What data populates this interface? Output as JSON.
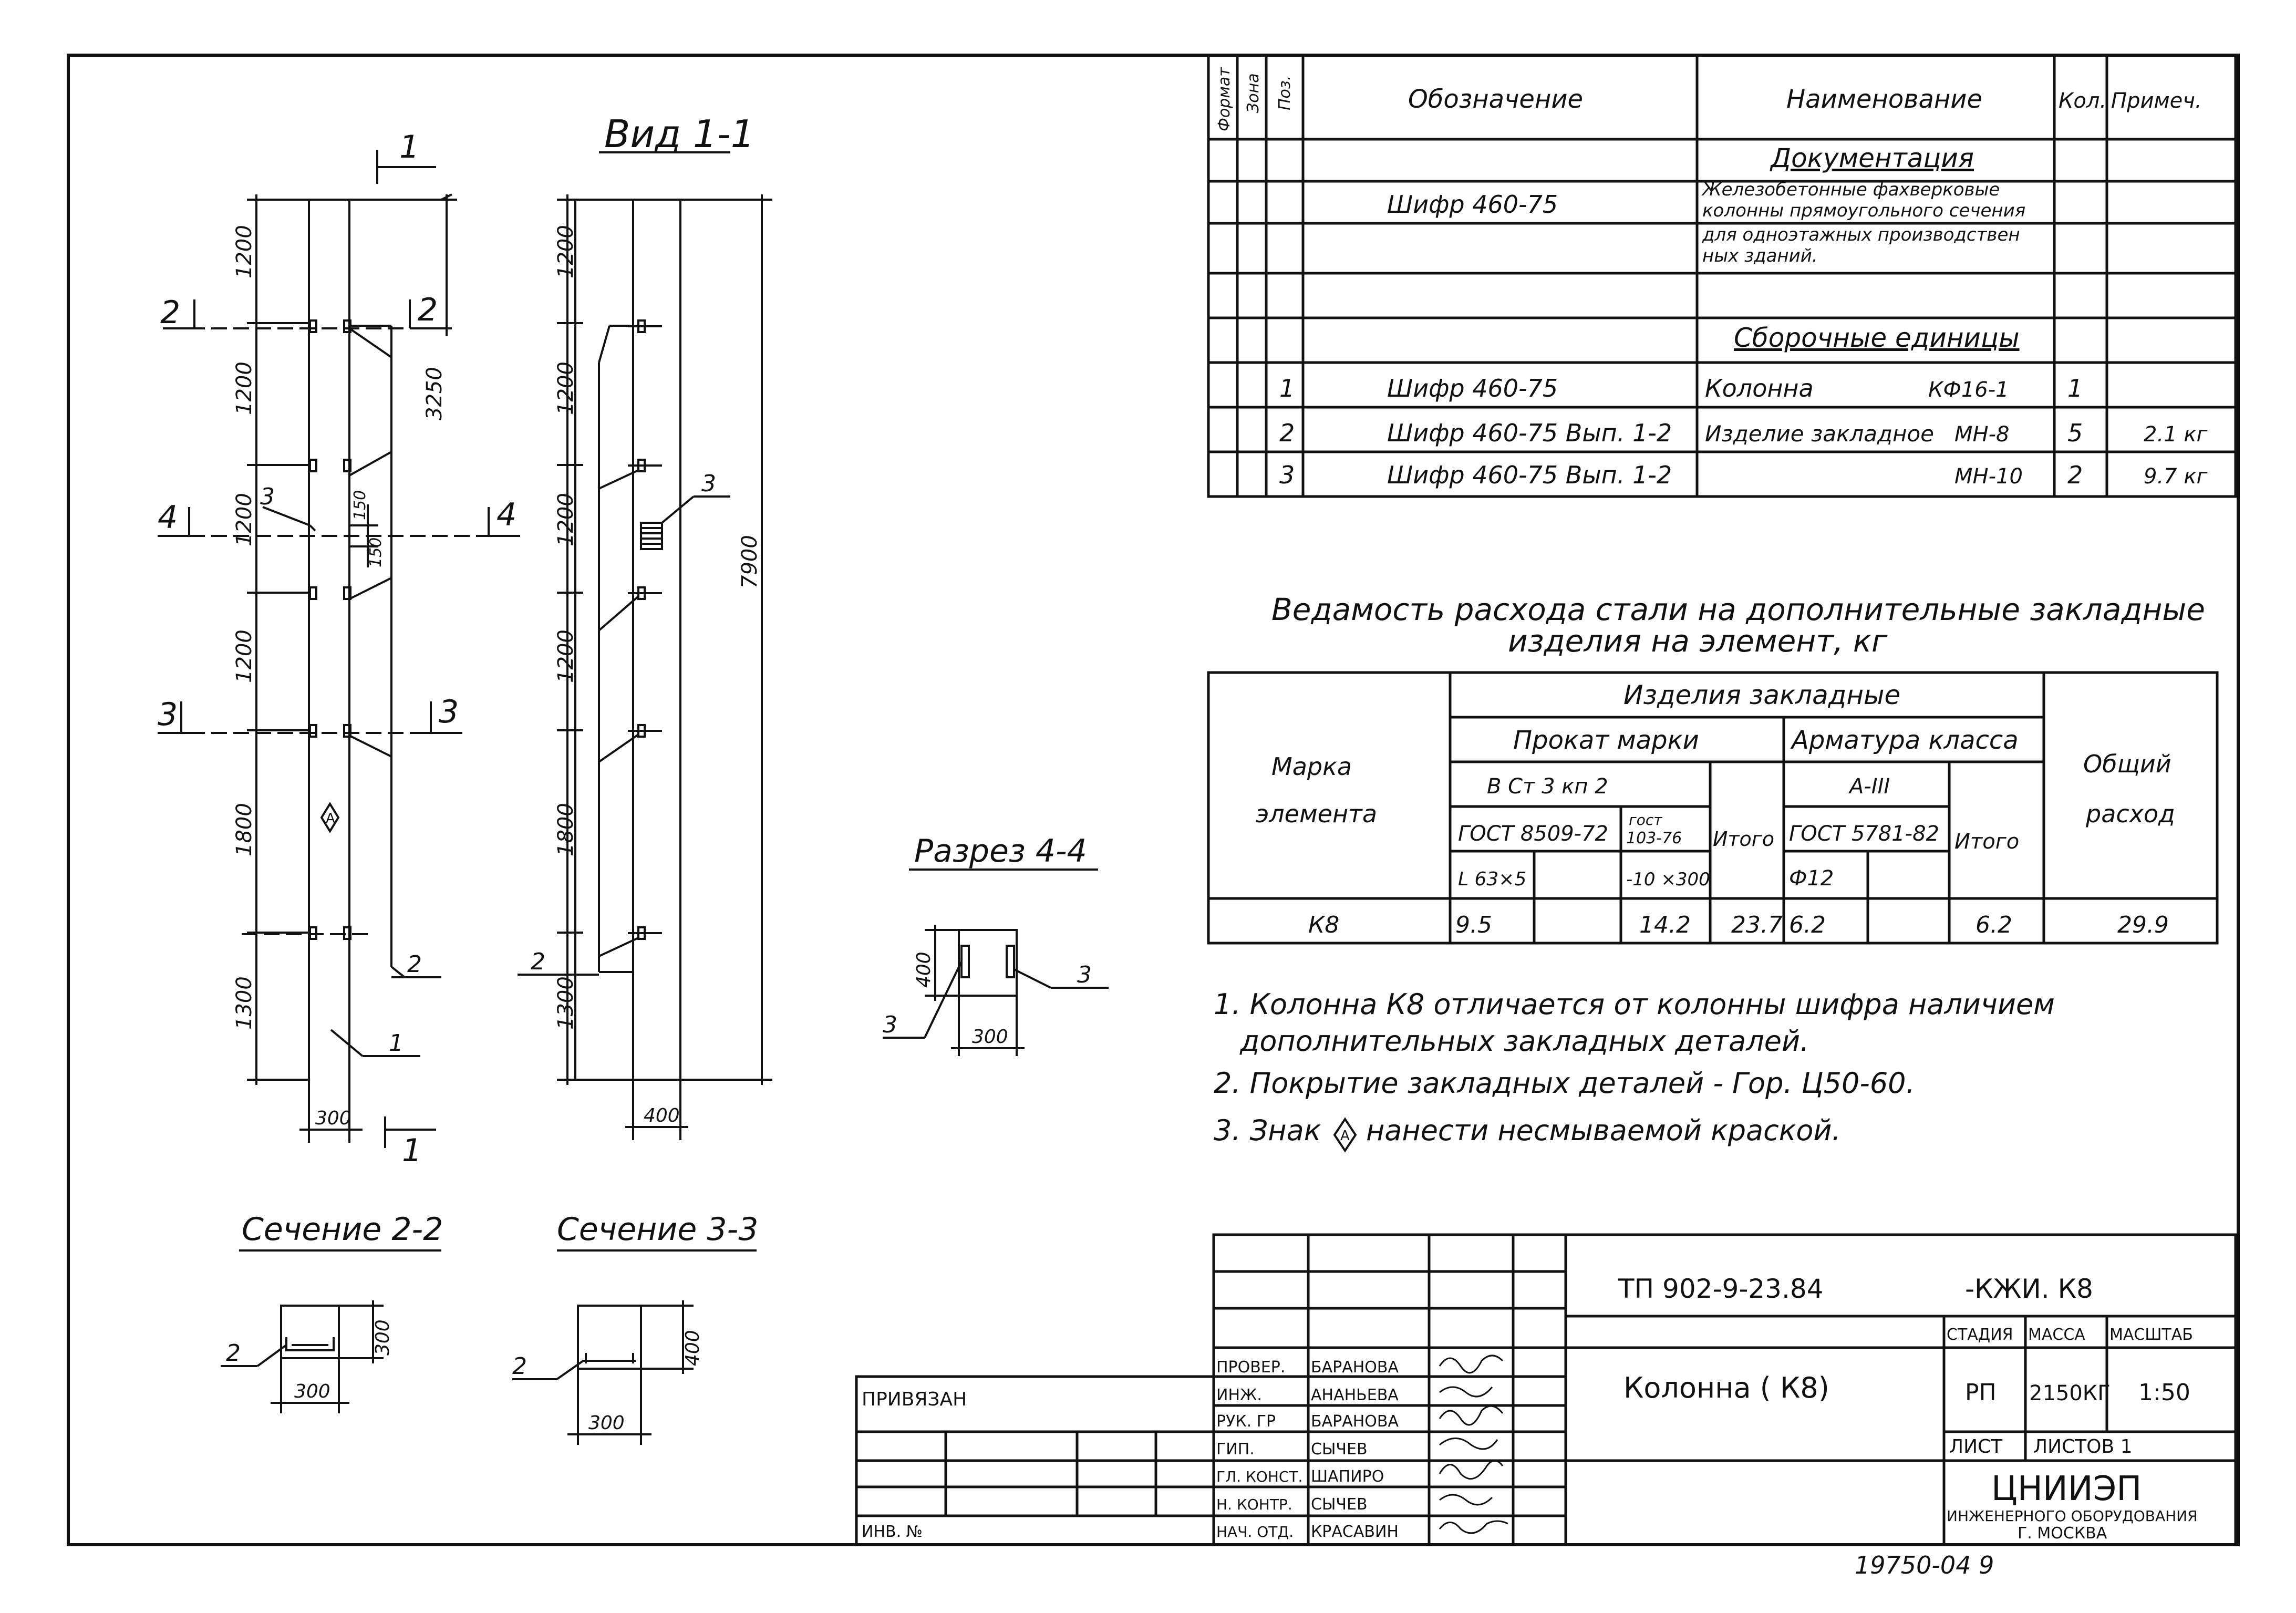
{
  "drawing": {
    "view_title": "Вид 1-1",
    "cut_labels": {
      "top_1": "1",
      "bottom_1": "1",
      "sec_2_left": "2",
      "sec_2_right": "2",
      "sec_4_left": "4",
      "sec_4_right": "4",
      "sec_3_left": "3",
      "sec_3_right": "3"
    },
    "front_dims": [
      "1200",
      "1200",
      "1200",
      "1200",
      "1800",
      "1300"
    ],
    "front_right_dim": "3250",
    "front_small_dims": [
      "150",
      "150"
    ],
    "front_width": "300",
    "front_callouts": {
      "c3": "3",
      "c2": "2",
      "c1": "1"
    },
    "side_dims": [
      "1200",
      "1200",
      "1200",
      "1200",
      "1800",
      "1300"
    ],
    "side_total": "7900",
    "side_width": "400",
    "side_callouts": {
      "c3": "3",
      "c2": "2"
    },
    "marker_symbol": "A"
  },
  "section_22": {
    "title": "Сечение 2-2",
    "dim_h": "300",
    "dim_w": "300",
    "callout": "2"
  },
  "section_33": {
    "title": "Сечение 3-3",
    "dim_h": "400",
    "dim_w": "300",
    "callout": "2"
  },
  "section_44": {
    "title": "Разрез 4-4",
    "dim_h": "400",
    "dim_w": "300",
    "callout_r": "3",
    "callout_l": "3"
  },
  "spec": {
    "headers": [
      "Формат",
      "Зона",
      "Поз.",
      "Обозначение",
      "Наименование",
      "Кол.",
      "Примеч."
    ],
    "section_docs": "Документация",
    "docs_code": "Шифр 460-75",
    "docs_name": [
      "Железобетонные фахверковые",
      "колонны прямоугольного сечения",
      "для одноэтажных производствен",
      "ных зданий."
    ],
    "section_units": "Сборочные единицы",
    "rows": [
      {
        "pos": "1",
        "code": "Шифр 460-75",
        "name": "Колонна",
        "mark": "КФ16-1",
        "qty": "1",
        "note": ""
      },
      {
        "pos": "2",
        "code": "Шифр 460-75   Вып. 1-2",
        "name": "Изделие закладное",
        "mark": "МН-8",
        "qty": "5",
        "note": "2.1 кг"
      },
      {
        "pos": "3",
        "code": "Шифр 460-75   Вып. 1-2",
        "name": "",
        "mark": "МН-10",
        "qty": "2",
        "note": "9.7 кг"
      }
    ]
  },
  "steel": {
    "title_1": "Ведамость расхода стали на дополнительные закладные",
    "title_2": "изделия на элемент, кг",
    "h_group": "Изделия закладные",
    "h_mark_1": "Марка",
    "h_mark_2": "элемента",
    "h_rolled": "Прокат марки",
    "h_rebar": "Арматура класса",
    "h_steel": "В Ст 3 кп 2",
    "h_class": "А-III",
    "h_gost1": "ГОСТ 8509-72",
    "h_gost2a": "гост",
    "h_gost2b": "103-76",
    "h_total": "Итого",
    "h_gost3": "ГОСТ 5781-82",
    "h_total2": "Итого",
    "h_overall_1": "Общий",
    "h_overall_2": "расход",
    "h_angle": "L 63×5",
    "h_strip": "-10 ×300",
    "h_bar": "Ф12",
    "row": {
      "mark": "К8",
      "v1": "9.5",
      "v2": "",
      "v3": "14.2",
      "t1": "23.7",
      "v4": "6.2",
      "v5": "",
      "t2": "6.2",
      "total": "29.9"
    }
  },
  "notes": [
    "1. Колонна К8 отличается от колонны шифра наличием",
    "дополнительных закладных деталей.",
    "2. Покрытие закладных деталей - Гор. Ц50-60.",
    "3. Знак",
    "нанести несмываемой краской."
  ],
  "title_block": {
    "doc_code": "ТП 902-9-23.84",
    "doc_suffix": "-КЖИ.  К8",
    "object_name": "Колонна   ( К8)",
    "stage_h": "СТАДИЯ",
    "mass_h": "МАССА",
    "scale_h": "МАСШТАБ",
    "stage": "РП",
    "mass": "2150КГ",
    "scale": "1:50",
    "sheet_h": "ЛИСТ",
    "sheets_h": "ЛИСТОВ 1",
    "org_1": "ЦНИИЭП",
    "org_2": "ИНЖЕНЕРНОГО ОБОРУДОВАНИЯ",
    "org_3": "Г. МОСКВА",
    "roles": [
      "ПРОВЕР.",
      "ИНЖ.",
      "РУК. ГР",
      "ГИП.",
      "ГЛ. КОНСТ.",
      "Н. КОНТР.",
      "НАЧ. ОТД."
    ],
    "names": [
      "БАРАНОВА",
      "АНАНЬЕВА",
      "БАРАНОВА",
      "СЫЧЕВ",
      "ШАПИРО",
      "СЫЧЕВ",
      "КРАСАВИН"
    ],
    "bound": "ПРИВЯЗАН",
    "inv": "ИНВ. №",
    "footer": "19750-04   9"
  }
}
